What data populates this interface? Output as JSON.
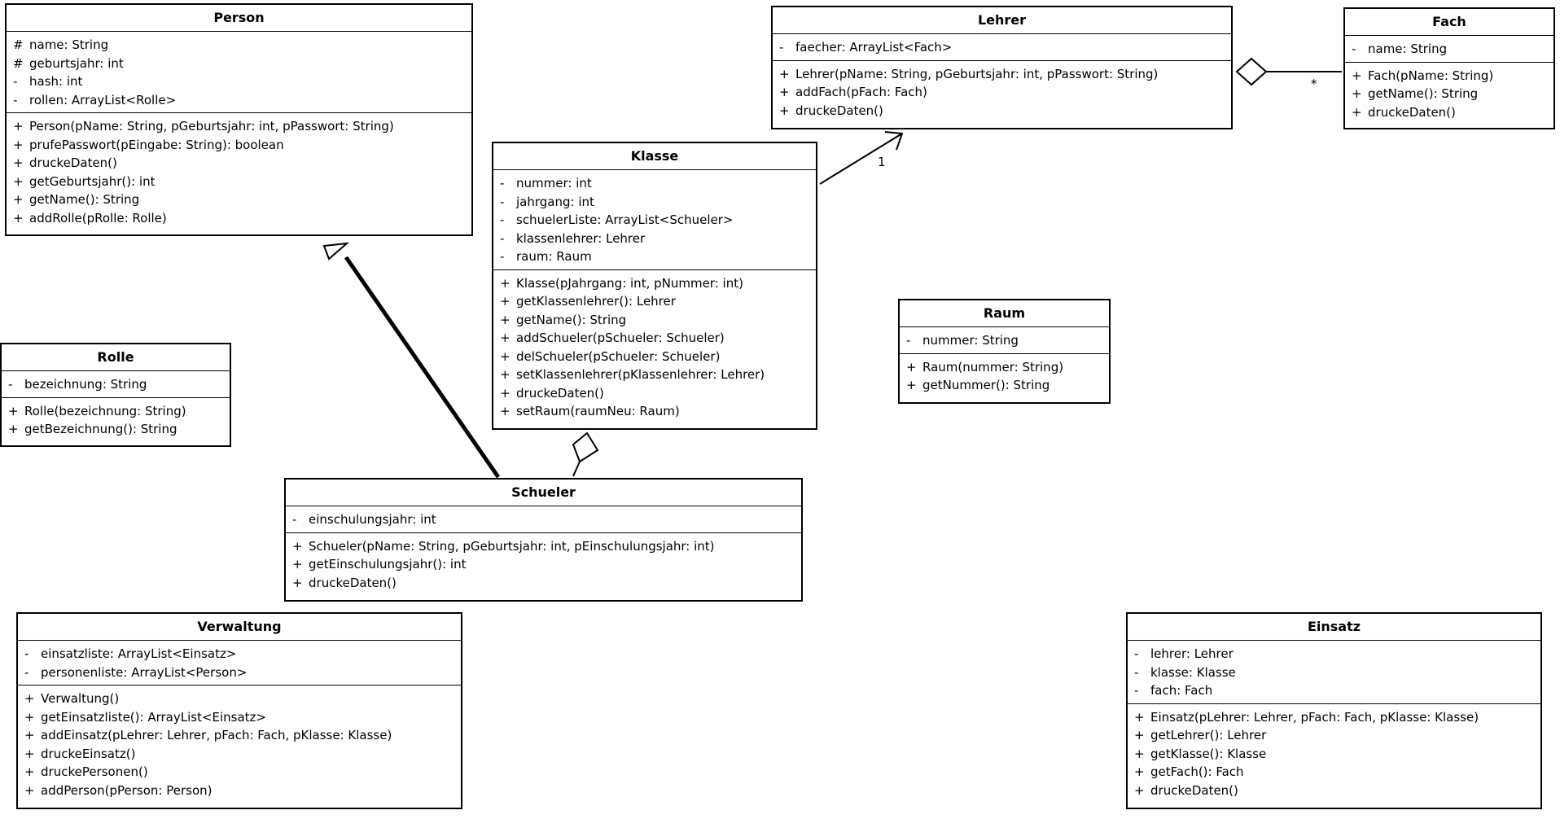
{
  "classes": {
    "person": {
      "name": "Person",
      "attributes": [
        {
          "vis": "#",
          "text": "name: String"
        },
        {
          "vis": "#",
          "text": "geburtsjahr: int"
        },
        {
          "vis": "-",
          "text": "hash: int"
        },
        {
          "vis": "-",
          "text": "rollen: ArrayList<Rolle>"
        }
      ],
      "methods": [
        {
          "vis": "+",
          "text": "Person(pName: String, pGeburtsjahr: int, pPasswort: String)"
        },
        {
          "vis": "+",
          "text": "prufePasswort(pEingabe: String): boolean"
        },
        {
          "vis": "+",
          "text": "druckeDaten()"
        },
        {
          "vis": "+",
          "text": "getGeburtsjahr(): int"
        },
        {
          "vis": "+",
          "text": "getName(): String"
        },
        {
          "vis": "+",
          "text": "addRolle(pRolle: Rolle)"
        }
      ]
    },
    "lehrer": {
      "name": "Lehrer",
      "attributes": [
        {
          "vis": "-",
          "text": "faecher: ArrayList<Fach>"
        }
      ],
      "methods": [
        {
          "vis": "+",
          "text": "Lehrer(pName: String, pGeburtsjahr: int, pPasswort: String)"
        },
        {
          "vis": "+",
          "text": "addFach(pFach: Fach)"
        },
        {
          "vis": "+",
          "text": "druckeDaten()"
        }
      ]
    },
    "fach": {
      "name": "Fach",
      "attributes": [
        {
          "vis": "-",
          "text": "name: String"
        }
      ],
      "methods": [
        {
          "vis": "+",
          "text": "Fach(pName: String)"
        },
        {
          "vis": "+",
          "text": "getName(): String"
        },
        {
          "vis": "+",
          "text": "druckeDaten()"
        }
      ]
    },
    "klasse": {
      "name": "Klasse",
      "attributes": [
        {
          "vis": "-",
          "text": "nummer: int"
        },
        {
          "vis": "-",
          "text": "jahrgang: int"
        },
        {
          "vis": "-",
          "text": "schuelerListe: ArrayList<Schueler>"
        },
        {
          "vis": "-",
          "text": "klassenlehrer: Lehrer"
        },
        {
          "vis": "-",
          "text": "raum: Raum"
        }
      ],
      "methods": [
        {
          "vis": "+",
          "text": "Klasse(pJahrgang: int, pNummer: int)"
        },
        {
          "vis": "+",
          "text": "getKlassenlehrer(): Lehrer"
        },
        {
          "vis": "+",
          "text": "getName(): String"
        },
        {
          "vis": "+",
          "text": "addSchueler(pSchueler: Schueler)"
        },
        {
          "vis": "+",
          "text": "delSchueler(pSchueler: Schueler)"
        },
        {
          "vis": "+",
          "text": "setKlassenlehrer(pKlassenlehrer: Lehrer)"
        },
        {
          "vis": "+",
          "text": "druckeDaten()"
        },
        {
          "vis": "+",
          "text": "setRaum(raumNeu: Raum)"
        }
      ]
    },
    "raum": {
      "name": "Raum",
      "attributes": [
        {
          "vis": "-",
          "text": "nummer: String"
        }
      ],
      "methods": [
        {
          "vis": "+",
          "text": "Raum(nummer: String)"
        },
        {
          "vis": "+",
          "text": "getNummer(): String"
        }
      ]
    },
    "rolle": {
      "name": "Rolle",
      "attributes": [
        {
          "vis": "-",
          "text": "bezeichnung: String"
        }
      ],
      "methods": [
        {
          "vis": "+",
          "text": "Rolle(bezeichnung: String)"
        },
        {
          "vis": "+",
          "text": "getBezeichnung(): String"
        }
      ]
    },
    "schueler": {
      "name": "Schueler",
      "attributes": [
        {
          "vis": "-",
          "text": "einschulungsjahr: int"
        }
      ],
      "methods": [
        {
          "vis": "+",
          "text": "Schueler(pName: String, pGeburtsjahr: int, pEinschulungsjahr: int)"
        },
        {
          "vis": "+",
          "text": "getEinschulungsjahr(): int"
        },
        {
          "vis": "+",
          "text": "druckeDaten()"
        }
      ]
    },
    "verwaltung": {
      "name": "Verwaltung",
      "attributes": [
        {
          "vis": "-",
          "text": "einsatzliste: ArrayList<Einsatz>"
        },
        {
          "vis": "-",
          "text": "personenliste: ArrayList<Person>"
        }
      ],
      "methods": [
        {
          "vis": "+",
          "text": "Verwaltung()"
        },
        {
          "vis": "+",
          "text": "getEinsatzliste(): ArrayList<Einsatz>"
        },
        {
          "vis": "+",
          "text": "addEinsatz(pLehrer: Lehrer, pFach: Fach, pKlasse: Klasse)"
        },
        {
          "vis": "+",
          "text": "druckeEinsatz()"
        },
        {
          "vis": "+",
          "text": "druckePersonen()"
        },
        {
          "vis": "+",
          "text": "addPerson(pPerson: Person)"
        }
      ]
    },
    "einsatz": {
      "name": "Einsatz",
      "attributes": [
        {
          "vis": "-",
          "text": "lehrer: Lehrer"
        },
        {
          "vis": "-",
          "text": "klasse: Klasse"
        },
        {
          "vis": "-",
          "text": "fach: Fach"
        }
      ],
      "methods": [
        {
          "vis": "+",
          "text": "Einsatz(pLehrer: Lehrer, pFach: Fach, pKlasse: Klasse)"
        },
        {
          "vis": "+",
          "text": "getLehrer(): Lehrer"
        },
        {
          "vis": "+",
          "text": "getKlasse(): Klasse"
        },
        {
          "vis": "+",
          "text": "getFach(): Fach"
        },
        {
          "vis": "+",
          "text": "druckeDaten()"
        }
      ]
    }
  },
  "relations": {
    "klasse_lehrer_multiplicity": "1",
    "lehrer_fach_multiplicity": "*"
  }
}
